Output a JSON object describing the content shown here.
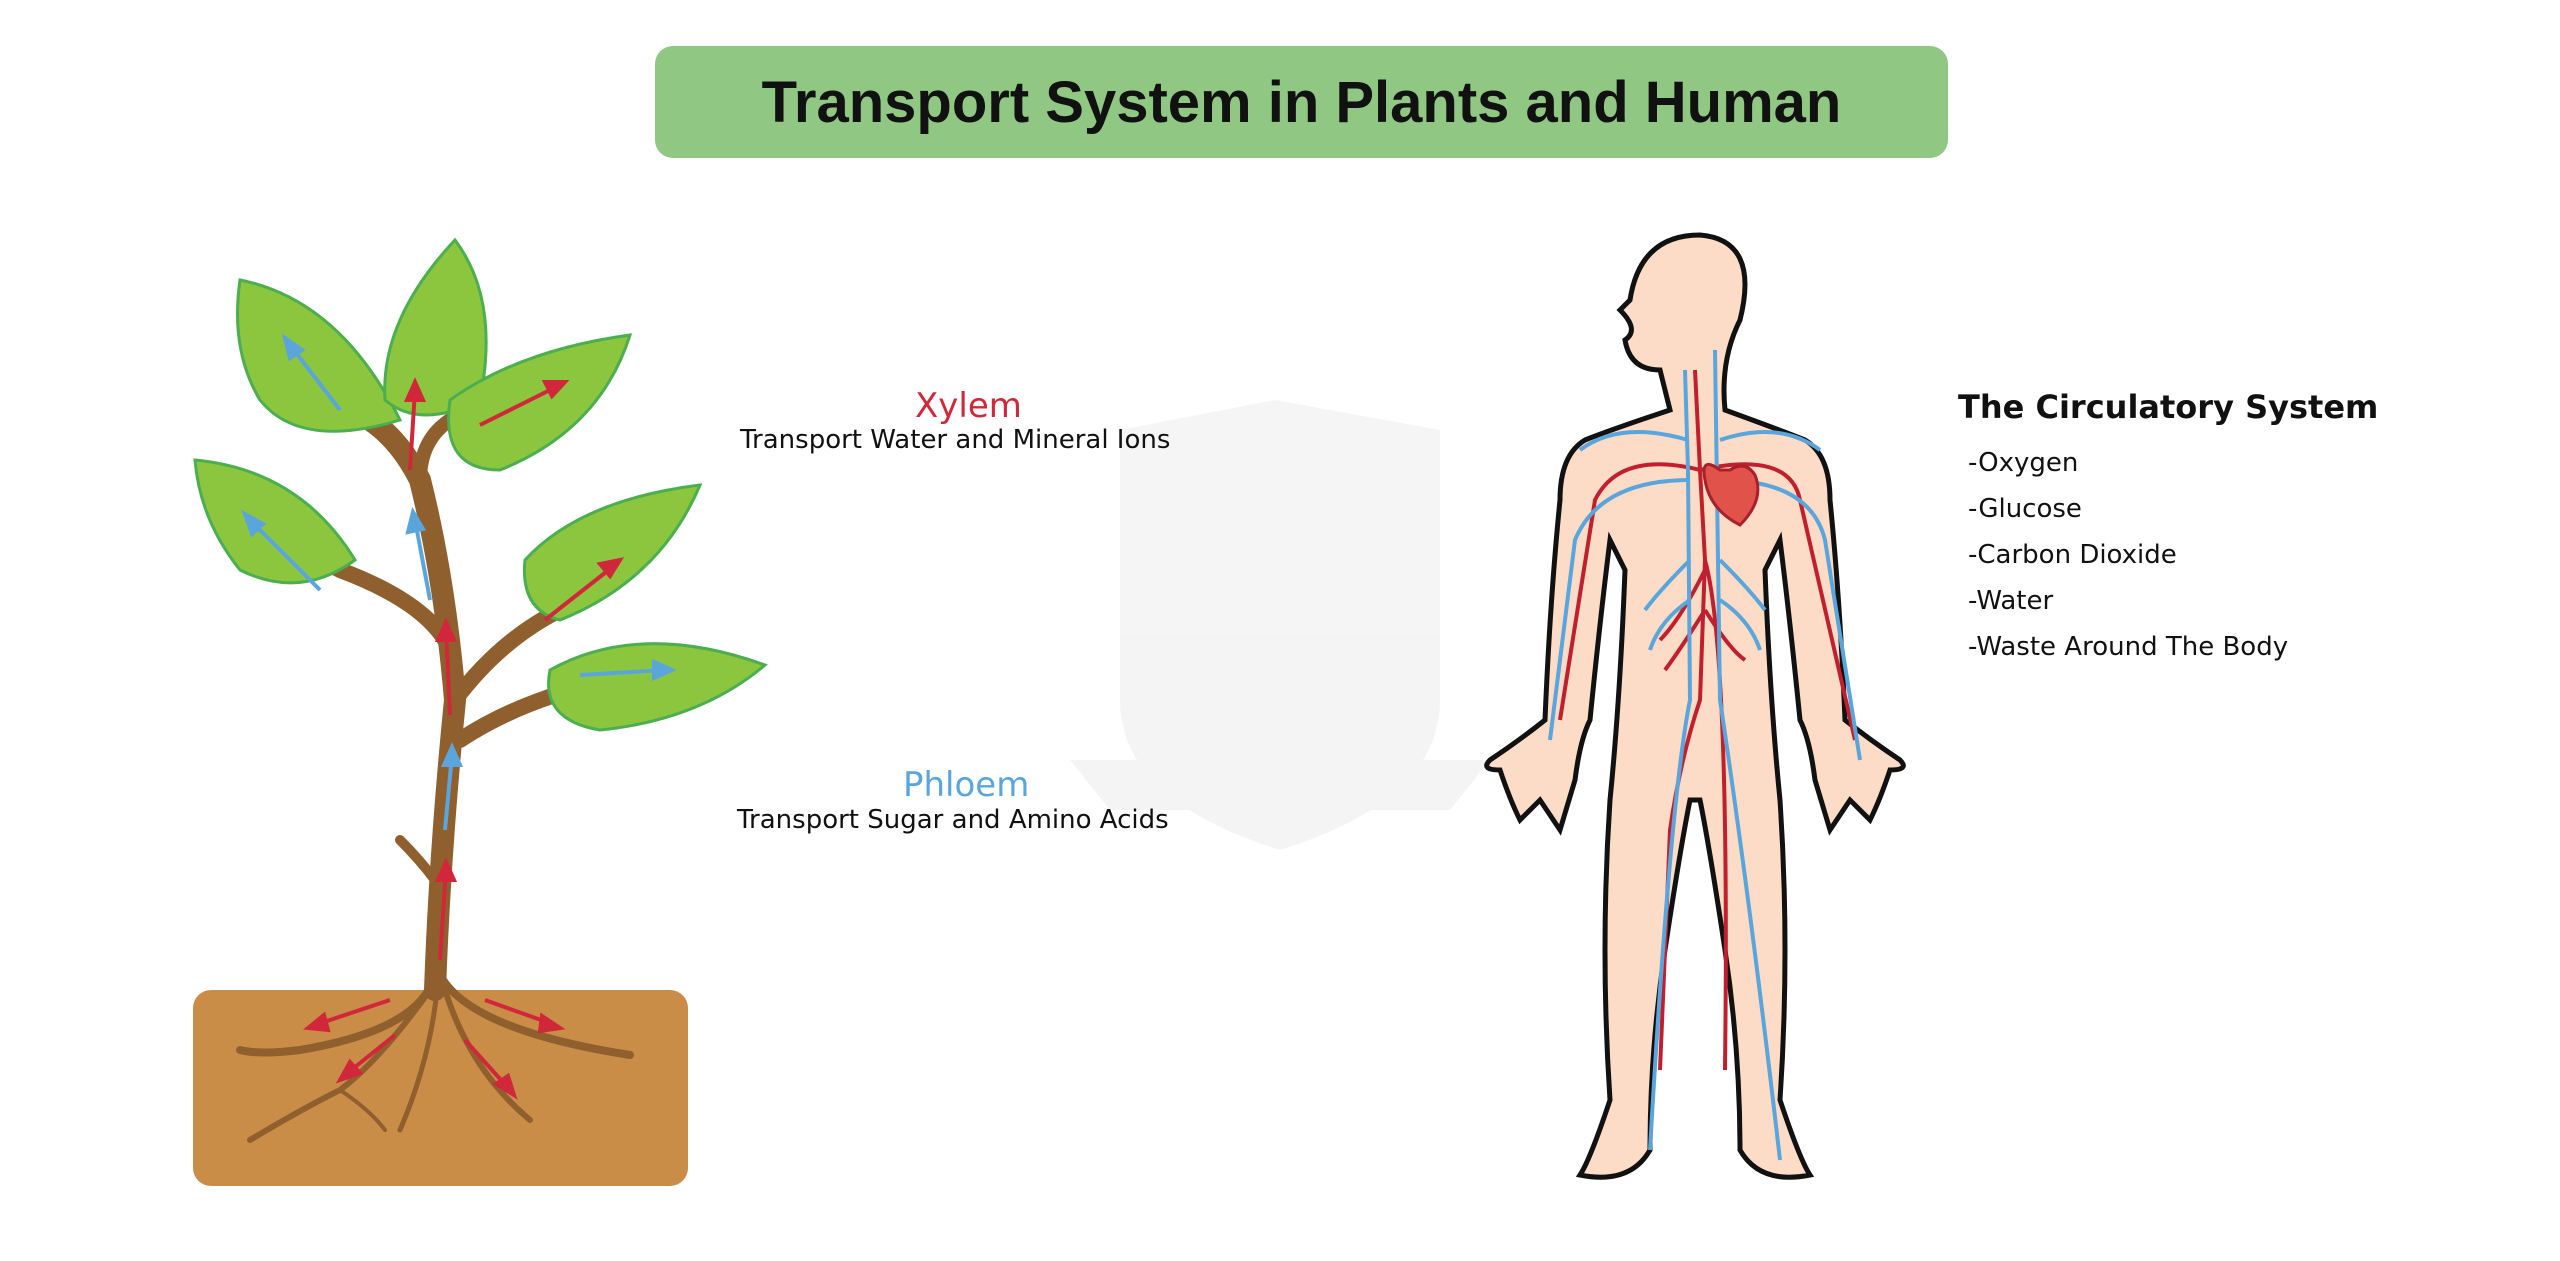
{
  "title": "Transport System in Plants and Human",
  "xylem": {
    "label": "Xylem",
    "description": "Transport Water and Mineral Ions",
    "color": "#d0283a"
  },
  "phloem": {
    "label": "Phloem",
    "description": "Transport Sugar and Amino Acids",
    "color": "#5aa6dc"
  },
  "circulatory": {
    "title": "The Circulatory System",
    "items": [
      "-Oxygen",
      "-Glucose",
      "-Carbon Dioxide",
      "-Water",
      "-Waste Around The Body"
    ]
  },
  "colors": {
    "title_bg": "#8fc783",
    "soil": "#c98d48",
    "stem": "#8f5f2e",
    "leaf": "#8cc63f",
    "skin": "#fcdcc6"
  }
}
